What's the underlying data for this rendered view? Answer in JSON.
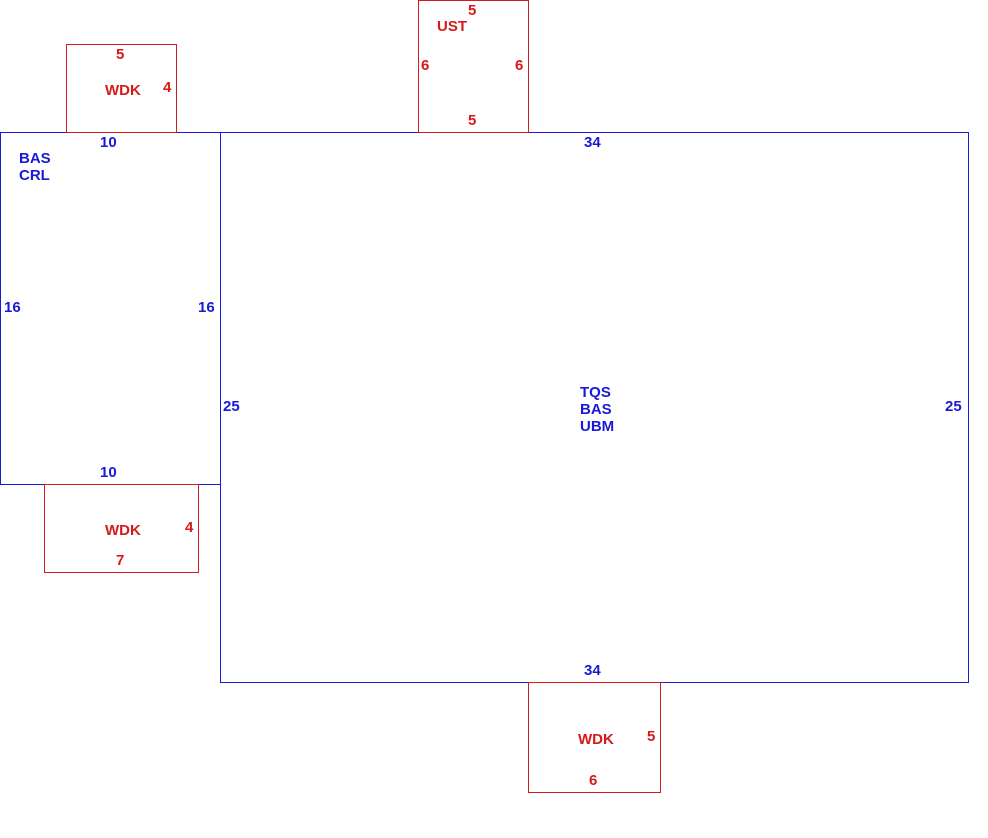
{
  "colors": {
    "main": "#1a1ad6",
    "extension": "#d61a1a"
  },
  "diagram": {
    "rooms": [
      {
        "id": "left-room",
        "labels": [
          "BAS",
          "CRL"
        ],
        "dims": {
          "top": "10",
          "bottom": "10",
          "left": "16",
          "right": "16"
        }
      },
      {
        "id": "main-room",
        "labels": [
          "TQS",
          "BAS",
          "UBM"
        ],
        "dims": {
          "top": "34",
          "bottom": "34",
          "left": "25",
          "right": "25"
        }
      }
    ],
    "extensions": [
      {
        "id": "wdk-top-left",
        "label": "WDK",
        "dims": {
          "top": "5",
          "right": "4"
        }
      },
      {
        "id": "ust-top",
        "label": "UST",
        "dims": {
          "top": "5",
          "left": "6",
          "right": "6",
          "bottom": "5"
        }
      },
      {
        "id": "wdk-bottom-left",
        "label": "WDK",
        "dims": {
          "right": "4",
          "bottom": "7"
        }
      },
      {
        "id": "wdk-bottom",
        "label": "WDK",
        "dims": {
          "right": "5",
          "bottom": "6"
        }
      }
    ]
  }
}
